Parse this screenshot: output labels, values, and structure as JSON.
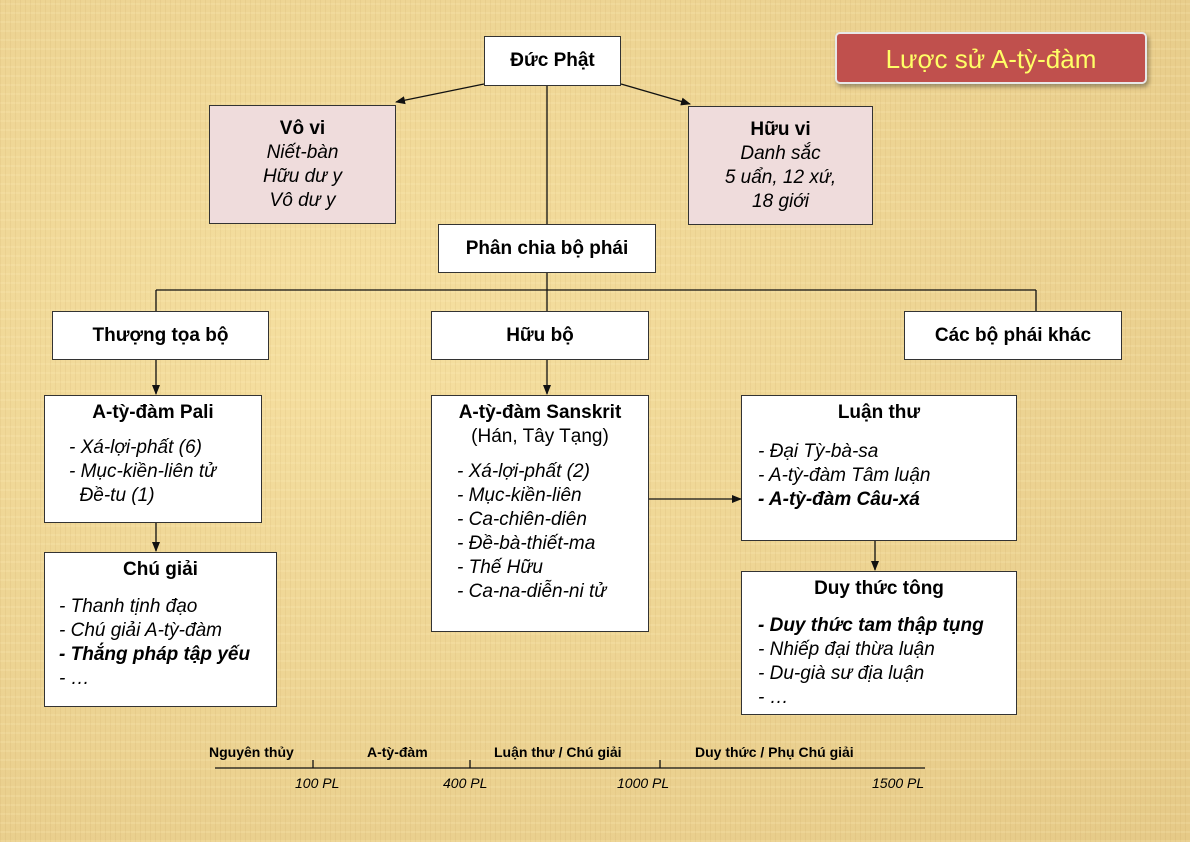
{
  "title": "Lược sử A-tỳ-đàm",
  "root": "Đức Phật",
  "vo_vi": {
    "heading": "Vô vi",
    "items": [
      "Niết-bàn",
      "Hữu dư y",
      "Vô dư y"
    ]
  },
  "huu_vi": {
    "heading": "Hữu vi",
    "items": [
      "Danh sắc",
      "5 uẩn, 12 xứ,",
      "18 giới"
    ]
  },
  "phan_chia": "Phân chia bộ phái",
  "schools": {
    "thuong_toa": "Thượng tọa bộ",
    "huu_bo": "Hữu bộ",
    "khac": "Các bộ phái khác"
  },
  "pali": {
    "heading": "A-tỳ-đàm Pali",
    "items": [
      "- Xá-lợi-phất (6)",
      "- Mục-kiền-liên tử",
      "  Đề-tu (1)"
    ]
  },
  "chu_giai": {
    "heading": "Chú giải",
    "items": [
      "- Thanh tịnh đạo",
      "- Chú giải A-tỳ-đàm",
      "- Thắng pháp tập yếu",
      "- …"
    ]
  },
  "sanskrit": {
    "heading": "A-tỳ-đàm Sanskrit",
    "subheading": "(Hán, Tây Tạng)",
    "items": [
      "- Xá-lợi-phất (2)",
      "- Mục-kiền-liên",
      "- Ca-chiên-diên",
      "- Đề-bà-thiết-ma",
      "- Thế Hữu",
      "- Ca-na-diễn-ni tử"
    ]
  },
  "luan_thu": {
    "heading": "Luận thư",
    "items": [
      "- Đại Tỳ-bà-sa",
      "- A-tỳ-đàm Tâm luận",
      "- A-tỳ-đàm Câu-xá"
    ]
  },
  "duy_thuc": {
    "heading": "Duy thức tông",
    "items": [
      "- Duy thức tam thập tụng",
      "- Nhiếp đại thừa luận",
      "- Du-già sư địa luận",
      "- …"
    ]
  },
  "timeline": {
    "periods": [
      "Nguyên thủy",
      "A-tỳ-đàm",
      "Luận thư / Chú giải",
      "Duy thức / Phụ Chú giải"
    ],
    "ticks": [
      "100 PL",
      "400 PL",
      "1000 PL",
      "1500 PL"
    ]
  },
  "colors": {
    "title_bg": "#c0504d",
    "title_text": "#ffff66",
    "pink_box": "#efdcdc",
    "background": "#ecd496"
  }
}
